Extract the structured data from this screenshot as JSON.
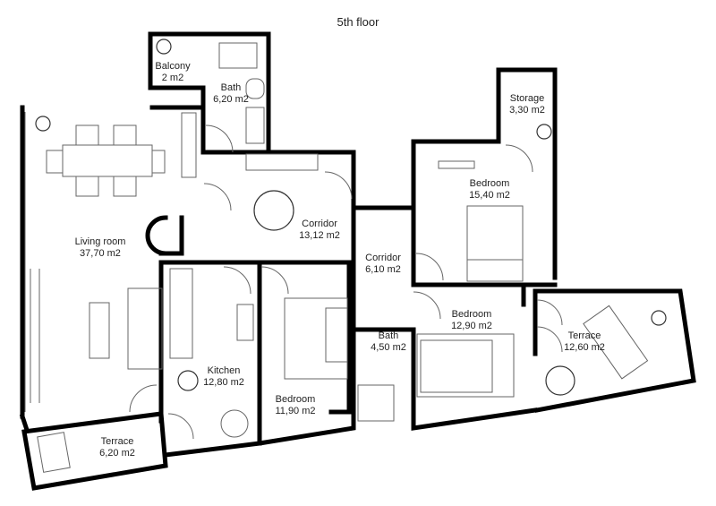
{
  "floor_label": "5th floor",
  "rooms": [
    {
      "id": "balcony",
      "name": "Balcony",
      "area": "2 m2"
    },
    {
      "id": "bath-top",
      "name": "Bath",
      "area": "6,20 m2"
    },
    {
      "id": "living-room",
      "name": "Living room",
      "area": "37,70 m2"
    },
    {
      "id": "corridor-main",
      "name": "Corridor",
      "area": "13,12 m2"
    },
    {
      "id": "storage",
      "name": "Storage",
      "area": "3,30 m2"
    },
    {
      "id": "bedroom-ne",
      "name": "Bedroom",
      "area": "15,40 m2"
    },
    {
      "id": "corridor-east",
      "name": "Corridor",
      "area": "6,10 m2"
    },
    {
      "id": "kitchen",
      "name": "Kitchen",
      "area": "12,80 m2"
    },
    {
      "id": "bath-small",
      "name": "Bath",
      "area": "4,50 m2"
    },
    {
      "id": "bedroom-se",
      "name": "Bedroom",
      "area": "12,90 m2"
    },
    {
      "id": "terrace-east",
      "name": "Terrace",
      "area": "12,60 m2"
    },
    {
      "id": "bedroom-s",
      "name": "Bedroom",
      "area": "11,90 m2"
    },
    {
      "id": "terrace-sw",
      "name": "Terrace",
      "area": "6,20 m2"
    }
  ],
  "colors": {
    "wall": "#000000",
    "line": "#555555",
    "background": "#ffffff"
  }
}
